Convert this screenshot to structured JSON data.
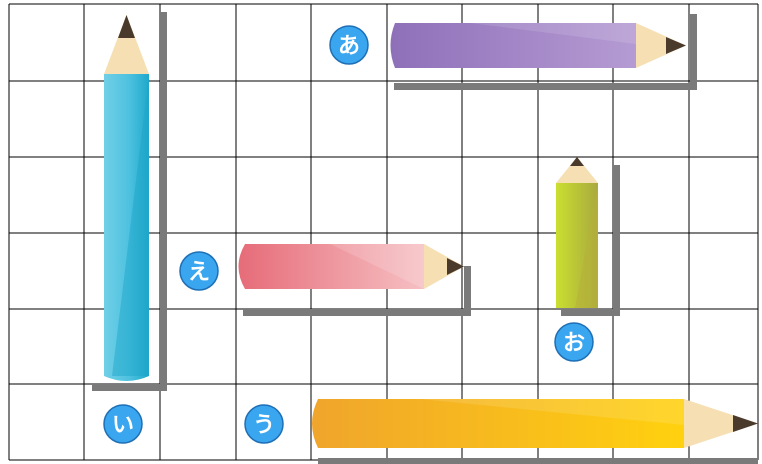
{
  "grid": {
    "columns": 10,
    "rows": 6,
    "line_color": "#000000",
    "background": "#ffffff"
  },
  "pencils": [
    {
      "id": "a",
      "label": "あ",
      "orientation": "horizontal",
      "span_cells": 4,
      "point": "right",
      "color": "#a98cc8",
      "shade": "#8f6fb8"
    },
    {
      "id": "i",
      "label": "い",
      "orientation": "vertical",
      "span_cells": 5,
      "point": "up",
      "color": "#5cc6e2",
      "shade": "#1aa5c8"
    },
    {
      "id": "u",
      "label": "う",
      "orientation": "horizontal",
      "span_cells": 6,
      "point": "right",
      "color": "#fccb1a",
      "shade": "#f2a928"
    },
    {
      "id": "e",
      "label": "え",
      "orientation": "horizontal",
      "span_cells": 3,
      "point": "right",
      "color": "#f4b3b8",
      "shade": "#e8737f"
    },
    {
      "id": "o",
      "label": "お",
      "orientation": "vertical",
      "span_cells": 2,
      "point": "up",
      "color": "#c3d82a",
      "shade": "#b6b13a"
    }
  ],
  "badge_color": "#39a6ef",
  "badge_border": "#1f6fb5",
  "tip_wood": "#f6dfb3",
  "tip_lead": "#4a3a2c",
  "shadow_color": "#7a7a7a"
}
